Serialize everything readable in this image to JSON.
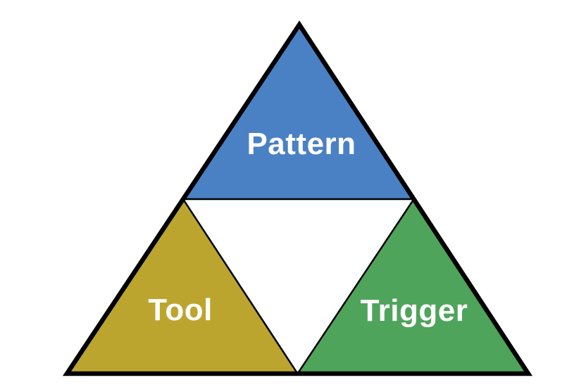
{
  "diagram": {
    "type": "pyramid-triad",
    "background_color": "#ffffff",
    "outline_color": "#000000",
    "label_text_color": "#ffffff",
    "center_color": "#ffffff",
    "sections": [
      {
        "label": "Pattern",
        "color": "#4A81C4",
        "position": "top"
      },
      {
        "label": "Tool",
        "color": "#BCA52F",
        "position": "bottom-left"
      },
      {
        "label": "Trigger",
        "color": "#4FA45B",
        "position": "bottom-right"
      }
    ]
  }
}
